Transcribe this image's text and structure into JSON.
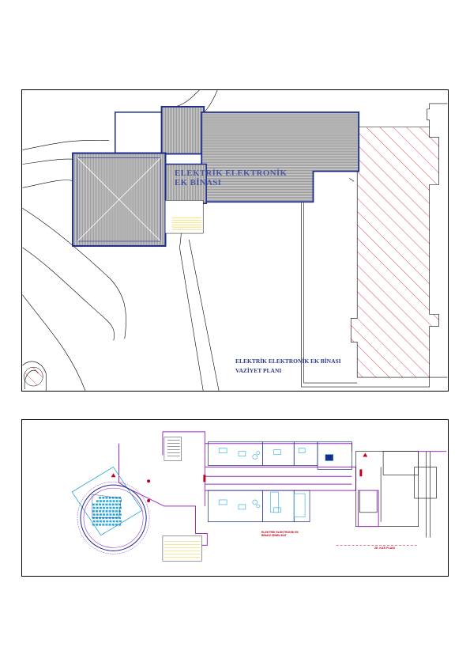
{
  "site_plan": {
    "building_name_line1": "ELEKTRİK ELEKTRONİK",
    "building_name_line2": "EK BİNASI",
    "title_line1": "ELEKTRİK ELEKTRONİK EK BİNASI",
    "title_line2": "VAZİYET PLANI"
  },
  "floor_plan": {
    "label_a": "ELEKTRİK ELEKTRONİK EK BİNASI ZEMİN KAT",
    "label_b": "ZE. KATI PLANI"
  },
  "colors": {
    "outline": "#1a2a8c",
    "roof_hatch": "#555555",
    "hatch_red": "#d11a2a",
    "room_purple": "#9a2fc4",
    "seat_cyan": "#29a8d8",
    "stair_yellow": "#e8c000"
  }
}
